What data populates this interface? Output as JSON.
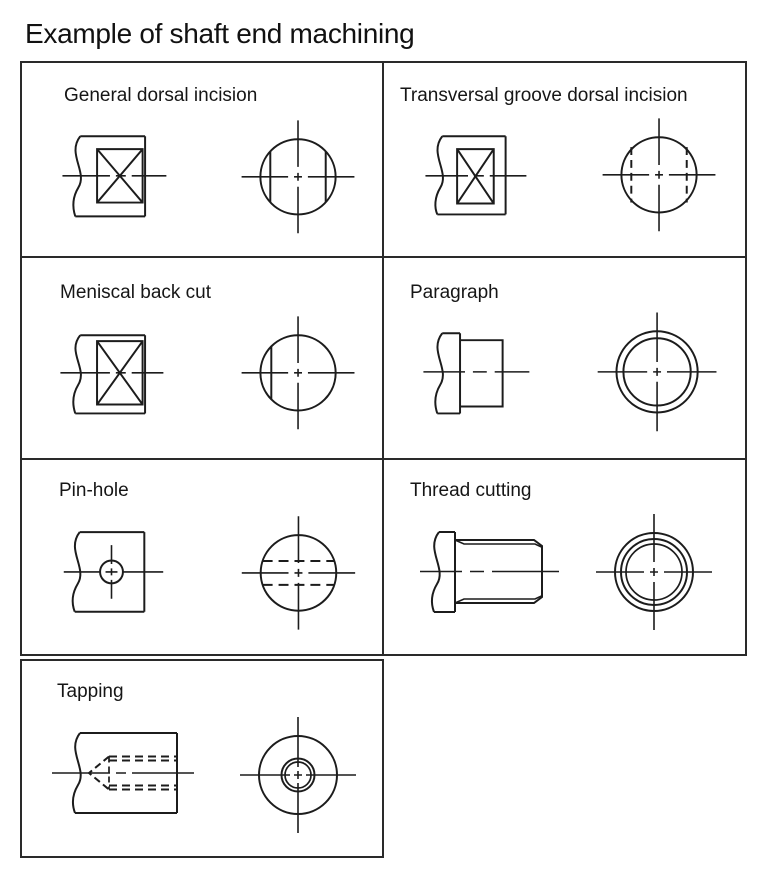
{
  "page": {
    "title": "Example of shaft end machining"
  },
  "cells": [
    {
      "label": "General dorsal incision"
    },
    {
      "label": "Transversal groove dorsal incision"
    },
    {
      "label": "Meniscal back cut"
    },
    {
      "label": "Paragraph"
    },
    {
      "label": "Pin-hole"
    },
    {
      "label": "Thread cutting"
    },
    {
      "label": "Tapping"
    }
  ],
  "colors": {
    "line": "#1c1c1c",
    "border": "#2a2a2a",
    "background": "#ffffff"
  }
}
